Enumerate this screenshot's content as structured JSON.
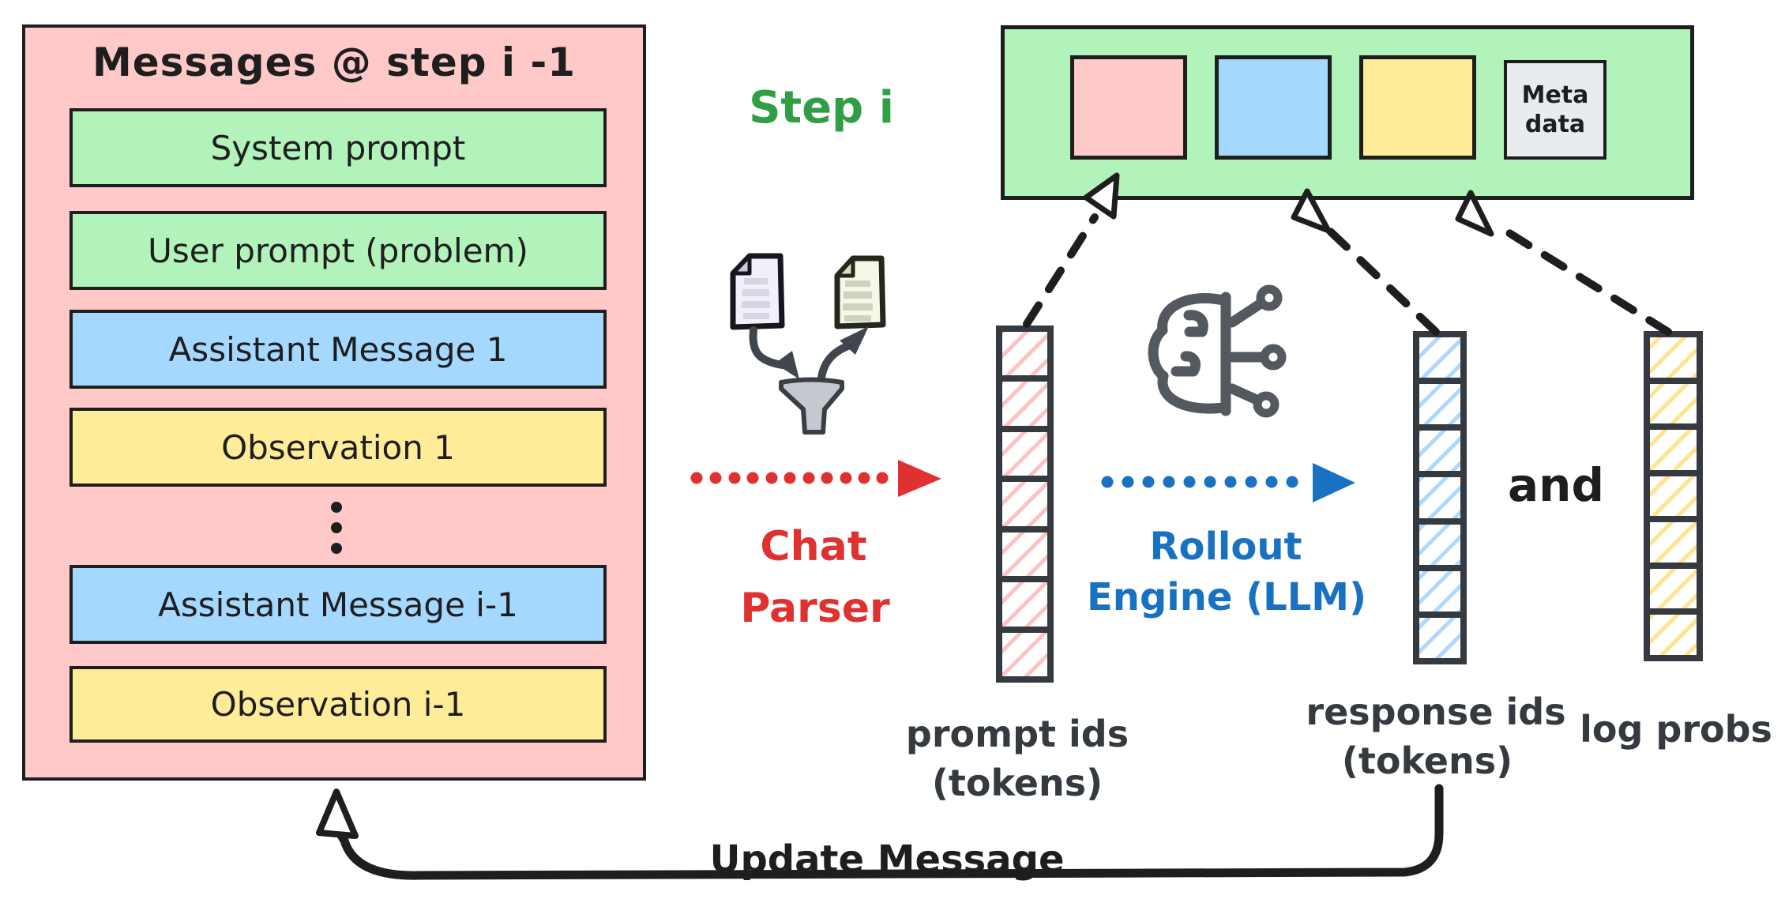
{
  "colors": {
    "panel_pink": "#ffc9c9",
    "green": "#b2f2bb",
    "blue": "#a5d8ff",
    "yellow": "#ffec99",
    "meta_gray": "#e9ecef",
    "stroke_dark": "#1e1e1e",
    "column_stroke": "#343a40",
    "accent_red": "#e03131",
    "accent_blue": "#1971c2",
    "accent_green": "#2f9e44"
  },
  "messages_panel": {
    "title": "Messages @ step i -1",
    "rows": [
      {
        "label": "System prompt",
        "color": "green"
      },
      {
        "label": "User prompt (problem)",
        "color": "green"
      },
      {
        "label": "Assistant Message 1",
        "color": "blue"
      },
      {
        "label": "Observation 1",
        "color": "yellow"
      },
      {
        "label": "Assistant Message i-1",
        "color": "blue"
      },
      {
        "label": "Observation i-1",
        "color": "yellow"
      }
    ],
    "ellipsis_between_rows": true
  },
  "step_box": {
    "label": "Step i",
    "chips": [
      "pink",
      "blue",
      "yellow",
      "metadata"
    ],
    "meta": {
      "line1": "Meta",
      "line2": "data"
    }
  },
  "chat_parser": {
    "line1": "Chat",
    "line2": "Parser"
  },
  "rollout_engine": {
    "line1": "Rollout",
    "line2": "Engine (LLM)"
  },
  "and_label": "and",
  "columns": {
    "prompt": {
      "label1": "prompt ids",
      "label2": "(tokens)",
      "cells": 7,
      "hatch": "#ffc2c2"
    },
    "response": {
      "label1": "response ids",
      "label2": "(tokens)",
      "cells": 7,
      "hatch": "#aed9ff"
    },
    "logprobs": {
      "label": "log probs",
      "cells": 7,
      "hatch": "#ffe48f"
    }
  },
  "update_label": "Update Message"
}
